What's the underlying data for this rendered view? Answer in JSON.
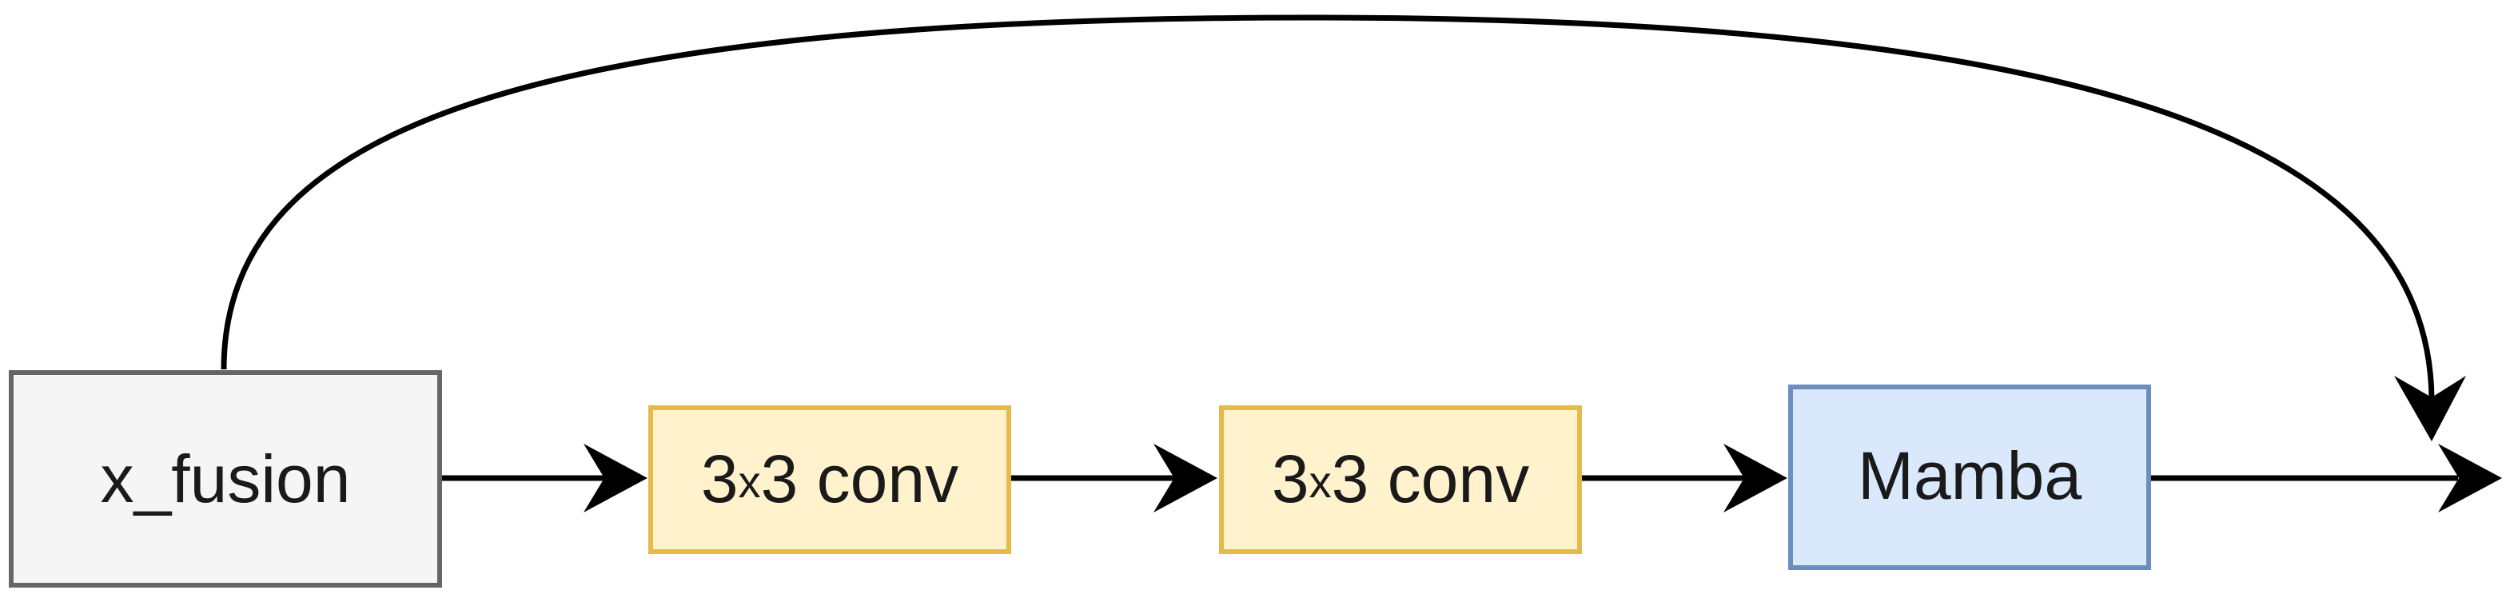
{
  "diagram": {
    "nodes": {
      "input": {
        "label": "x_fusion",
        "fill": "#f5f5f5",
        "stroke": "#666666"
      },
      "conv1": {
        "label_main": "3",
        "label_times": "x",
        "label_rest": "3 conv",
        "fill": "#fff2cc",
        "stroke": "#e6b94a"
      },
      "conv2": {
        "label_main": "3",
        "label_times": "x",
        "label_rest": "3 conv",
        "fill": "#fff2cc",
        "stroke": "#e6b94a"
      },
      "mamba": {
        "label": "Mamba",
        "fill": "#dae8fc",
        "stroke": "#6c8ebf"
      }
    },
    "edge_color": "#000000"
  }
}
